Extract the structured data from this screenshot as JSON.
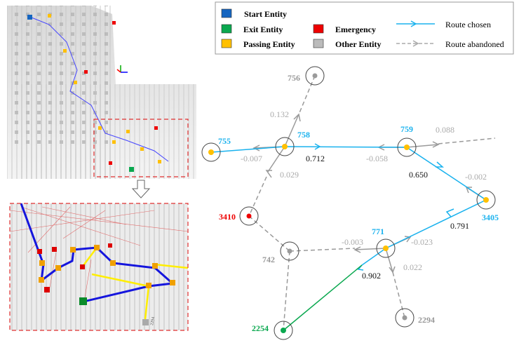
{
  "legend": {
    "start": "Start Entity",
    "exit": "Exit Entity",
    "passing": "Passing Entity",
    "emergency": "Emergency",
    "other": "Other Entity",
    "chosen": "Route chosen",
    "abandoned": "Route abandoned"
  },
  "colors": {
    "start": "#1565c0",
    "exit": "#0aa84f",
    "passing": "#ffc000",
    "emergency": "#ee0000",
    "other": "#aaaaaa",
    "chosen": "#1ab2ee",
    "abandoned": "#9a9a9a"
  },
  "render": {
    "zoom_label": "2294"
  },
  "graph": {
    "nodes": {
      "n756": "756",
      "n758": "758",
      "n755": "755",
      "n759": "759",
      "n3405": "3405",
      "n3410": "3410",
      "n771": "771",
      "n742": "742",
      "n2254": "2254",
      "n2294": "2294"
    },
    "weights": {
      "w132": "0.132",
      "w007": "-0.007",
      "w712": "0.712",
      "w058": "-0.058",
      "w088": "0.088",
      "w029": "0.029",
      "w650": "0.650",
      "w002": "-0.002",
      "w791": "0.791",
      "w003": "-0.003",
      "w023": "-0.023",
      "w022": "0.022",
      "w902": "0.902"
    }
  }
}
